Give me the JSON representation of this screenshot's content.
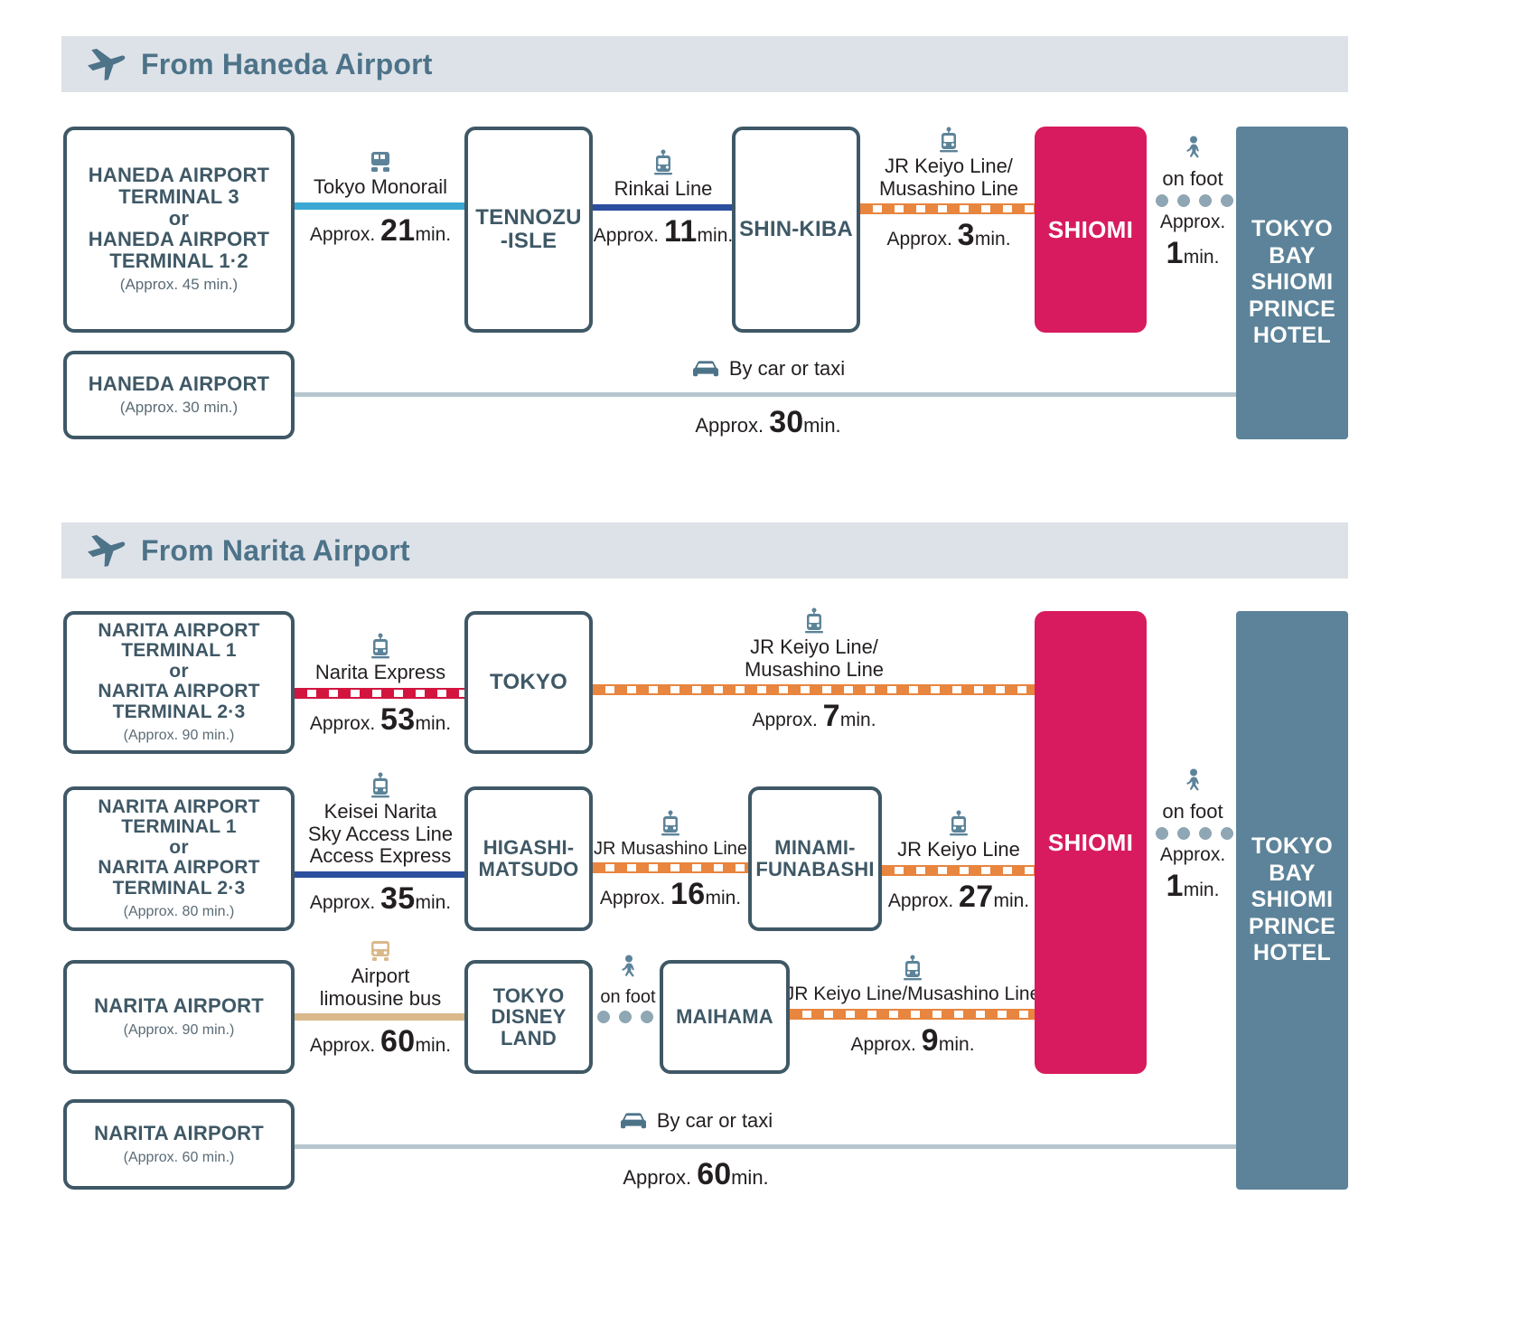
{
  "sections": [
    {
      "id": "haneda",
      "header": {
        "icon": "airplane-icon",
        "title": "From Haneda Airport"
      },
      "origins": [
        {
          "lines": [
            "HANEDA AIRPORT",
            "TERMINAL 3",
            "or",
            "HANEDA AIRPORT",
            "TERMINAL 1·2"
          ],
          "sub": "(Approx. 45 min.)"
        },
        {
          "lines": [
            "HANEDA AIRPORT"
          ],
          "sub": "(Approx. 30 min.)"
        }
      ],
      "stations": [
        {
          "lines": [
            "TENNOZU",
            "-ISLE"
          ]
        },
        {
          "lines": [
            "SHIN-KIBA"
          ]
        }
      ],
      "legs": [
        {
          "icon": "monorail-icon",
          "mode": "Tokyo Monorail",
          "line": "solid-light-blue",
          "approx": "Approx.",
          "value": "21",
          "unit": "min."
        },
        {
          "icon": "train-icon",
          "mode": "Rinkai Line",
          "line": "solid-blue",
          "approx": "Approx.",
          "value": "11",
          "unit": "min."
        },
        {
          "icon": "train-icon",
          "mode": "JR Keiyo Line/\nMusashino Line",
          "line": "dashed-orange",
          "approx": "Approx.",
          "value": "3",
          "unit": "min."
        },
        {
          "icon": "walk-icon",
          "mode": "on foot",
          "line": "dotted-gray",
          "approx": "Approx.",
          "value": "1",
          "unit": "min."
        },
        {
          "icon": "car-icon",
          "mode": "By car or taxi",
          "line": "solid-gray",
          "approx": "Approx.",
          "value": "30",
          "unit": "min."
        }
      ],
      "shiomi": "SHIOMI",
      "hotel": [
        "TOKYO",
        "BAY",
        "SHIOMI",
        "PRINCE",
        "HOTEL"
      ]
    },
    {
      "id": "narita",
      "header": {
        "icon": "airplane-icon",
        "title": "From Narita Airport"
      },
      "origins": [
        {
          "lines": [
            "NARITA AIRPORT",
            "TERMINAL 1",
            "or",
            "NARITA AIRPORT",
            "TERMINAL 2·3"
          ],
          "sub": "(Approx. 90 min.)"
        },
        {
          "lines": [
            "NARITA AIRPORT",
            "TERMINAL 1",
            "or",
            "NARITA AIRPORT",
            "TERMINAL 2·3"
          ],
          "sub": "(Approx. 80 min.)"
        },
        {
          "lines": [
            "NARITA AIRPORT"
          ],
          "sub": "(Approx. 90 min.)"
        },
        {
          "lines": [
            "NARITA AIRPORT"
          ],
          "sub": "(Approx. 60 min.)"
        }
      ],
      "stations": [
        {
          "lines": [
            "TOKYO"
          ]
        },
        {
          "lines": [
            "HIGASHI-",
            "MATSUDO"
          ]
        },
        {
          "lines": [
            "TOKYO",
            "DISNEY",
            "LAND"
          ]
        },
        {
          "lines": [
            "MINAMI-",
            "FUNABASHI"
          ]
        },
        {
          "lines": [
            "MAIHAMA"
          ]
        }
      ],
      "legs": [
        {
          "icon": "train-icon",
          "mode": "Narita Express",
          "line": "dashed-red",
          "approx": "Approx.",
          "value": "53",
          "unit": "min."
        },
        {
          "icon": "train-icon",
          "mode": "JR Keiyo Line/\nMusashino Line",
          "line": "dashed-orange",
          "approx": "Approx.",
          "value": "7",
          "unit": "min."
        },
        {
          "icon": "train-icon",
          "mode": "Keisei Narita\nSky Access Line\nAccess Express",
          "line": "solid-blue",
          "approx": "Approx.",
          "value": "35",
          "unit": "min."
        },
        {
          "icon": "train-icon",
          "mode": "JR Musashino Line",
          "line": "dashed-orange",
          "approx": "Approx.",
          "value": "16",
          "unit": "min."
        },
        {
          "icon": "train-icon",
          "mode": "JR Keiyo Line",
          "line": "dashed-orange",
          "approx": "Approx.",
          "value": "27",
          "unit": "min."
        },
        {
          "icon": "bus-icon",
          "mode": "Airport\nlimousine bus",
          "line": "solid-tan",
          "approx": "Approx.",
          "value": "60",
          "unit": "min."
        },
        {
          "icon": "walk-icon",
          "mode": "on foot",
          "line": "dotted-gray",
          "approx": "",
          "value": "",
          "unit": ""
        },
        {
          "icon": "train-icon",
          "mode": "JR Keiyo Line/Musashino Line",
          "line": "dashed-orange",
          "approx": "Approx.",
          "value": "9",
          "unit": "min."
        },
        {
          "icon": "walk-icon",
          "mode": "on foot",
          "line": "dotted-gray",
          "approx": "Approx.",
          "value": "1",
          "unit": "min."
        },
        {
          "icon": "car-icon",
          "mode": "By car or taxi",
          "line": "solid-gray",
          "approx": "Approx.",
          "value": "60",
          "unit": "min."
        }
      ],
      "shiomi": "SHIOMI",
      "hotel": [
        "TOKYO",
        "BAY",
        "SHIOMI",
        "PRINCE",
        "HOTEL"
      ]
    }
  ],
  "colors": {
    "header_bar": "#DDE2E8",
    "header_text": "#4D7389",
    "box_border": "#3F5866",
    "box_text": "#3F5866",
    "shiomi_bg": "#D81B5E",
    "hotel_bg": "#5C8399",
    "monorail_line": "#3BA8D4",
    "rinkai_line": "#2C4E9E",
    "keiyo_line": "#E8853F",
    "narita_express_line": "#D3143F",
    "bus_line": "#D9B98B",
    "car_line": "#B6C6CF",
    "walk_dots": "#8FA7B4"
  }
}
